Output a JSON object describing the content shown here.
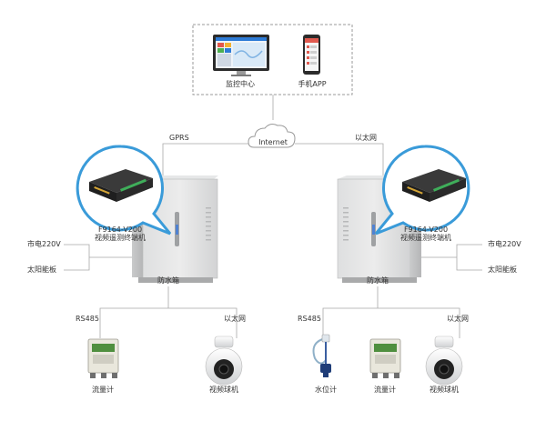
{
  "top": {
    "monitor_label": "监控中心",
    "phone_label": "手机APP"
  },
  "network": {
    "cloud_label": "Internet",
    "left_link": "GPRS",
    "right_link": "以太网"
  },
  "left_station": {
    "device_model": "F9164-V200",
    "device_name": "视频遥测终端机",
    "power_mains": "市电220V",
    "power_solar": "太阳能板",
    "cabinet_label": "防水箱",
    "bus_label": "RS485",
    "ethernet_label": "以太网",
    "devices": [
      "流量计",
      "视频球机"
    ]
  },
  "right_station": {
    "device_model": "F9164-V200",
    "device_name": "视频遥测终端机",
    "power_mains": "市电220V",
    "power_solar": "太阳能板",
    "cabinet_label": "防水箱",
    "bus_label": "RS485",
    "ethernet_label": "以太网",
    "devices": [
      "水位计",
      "流量计",
      "视频球机"
    ]
  }
}
